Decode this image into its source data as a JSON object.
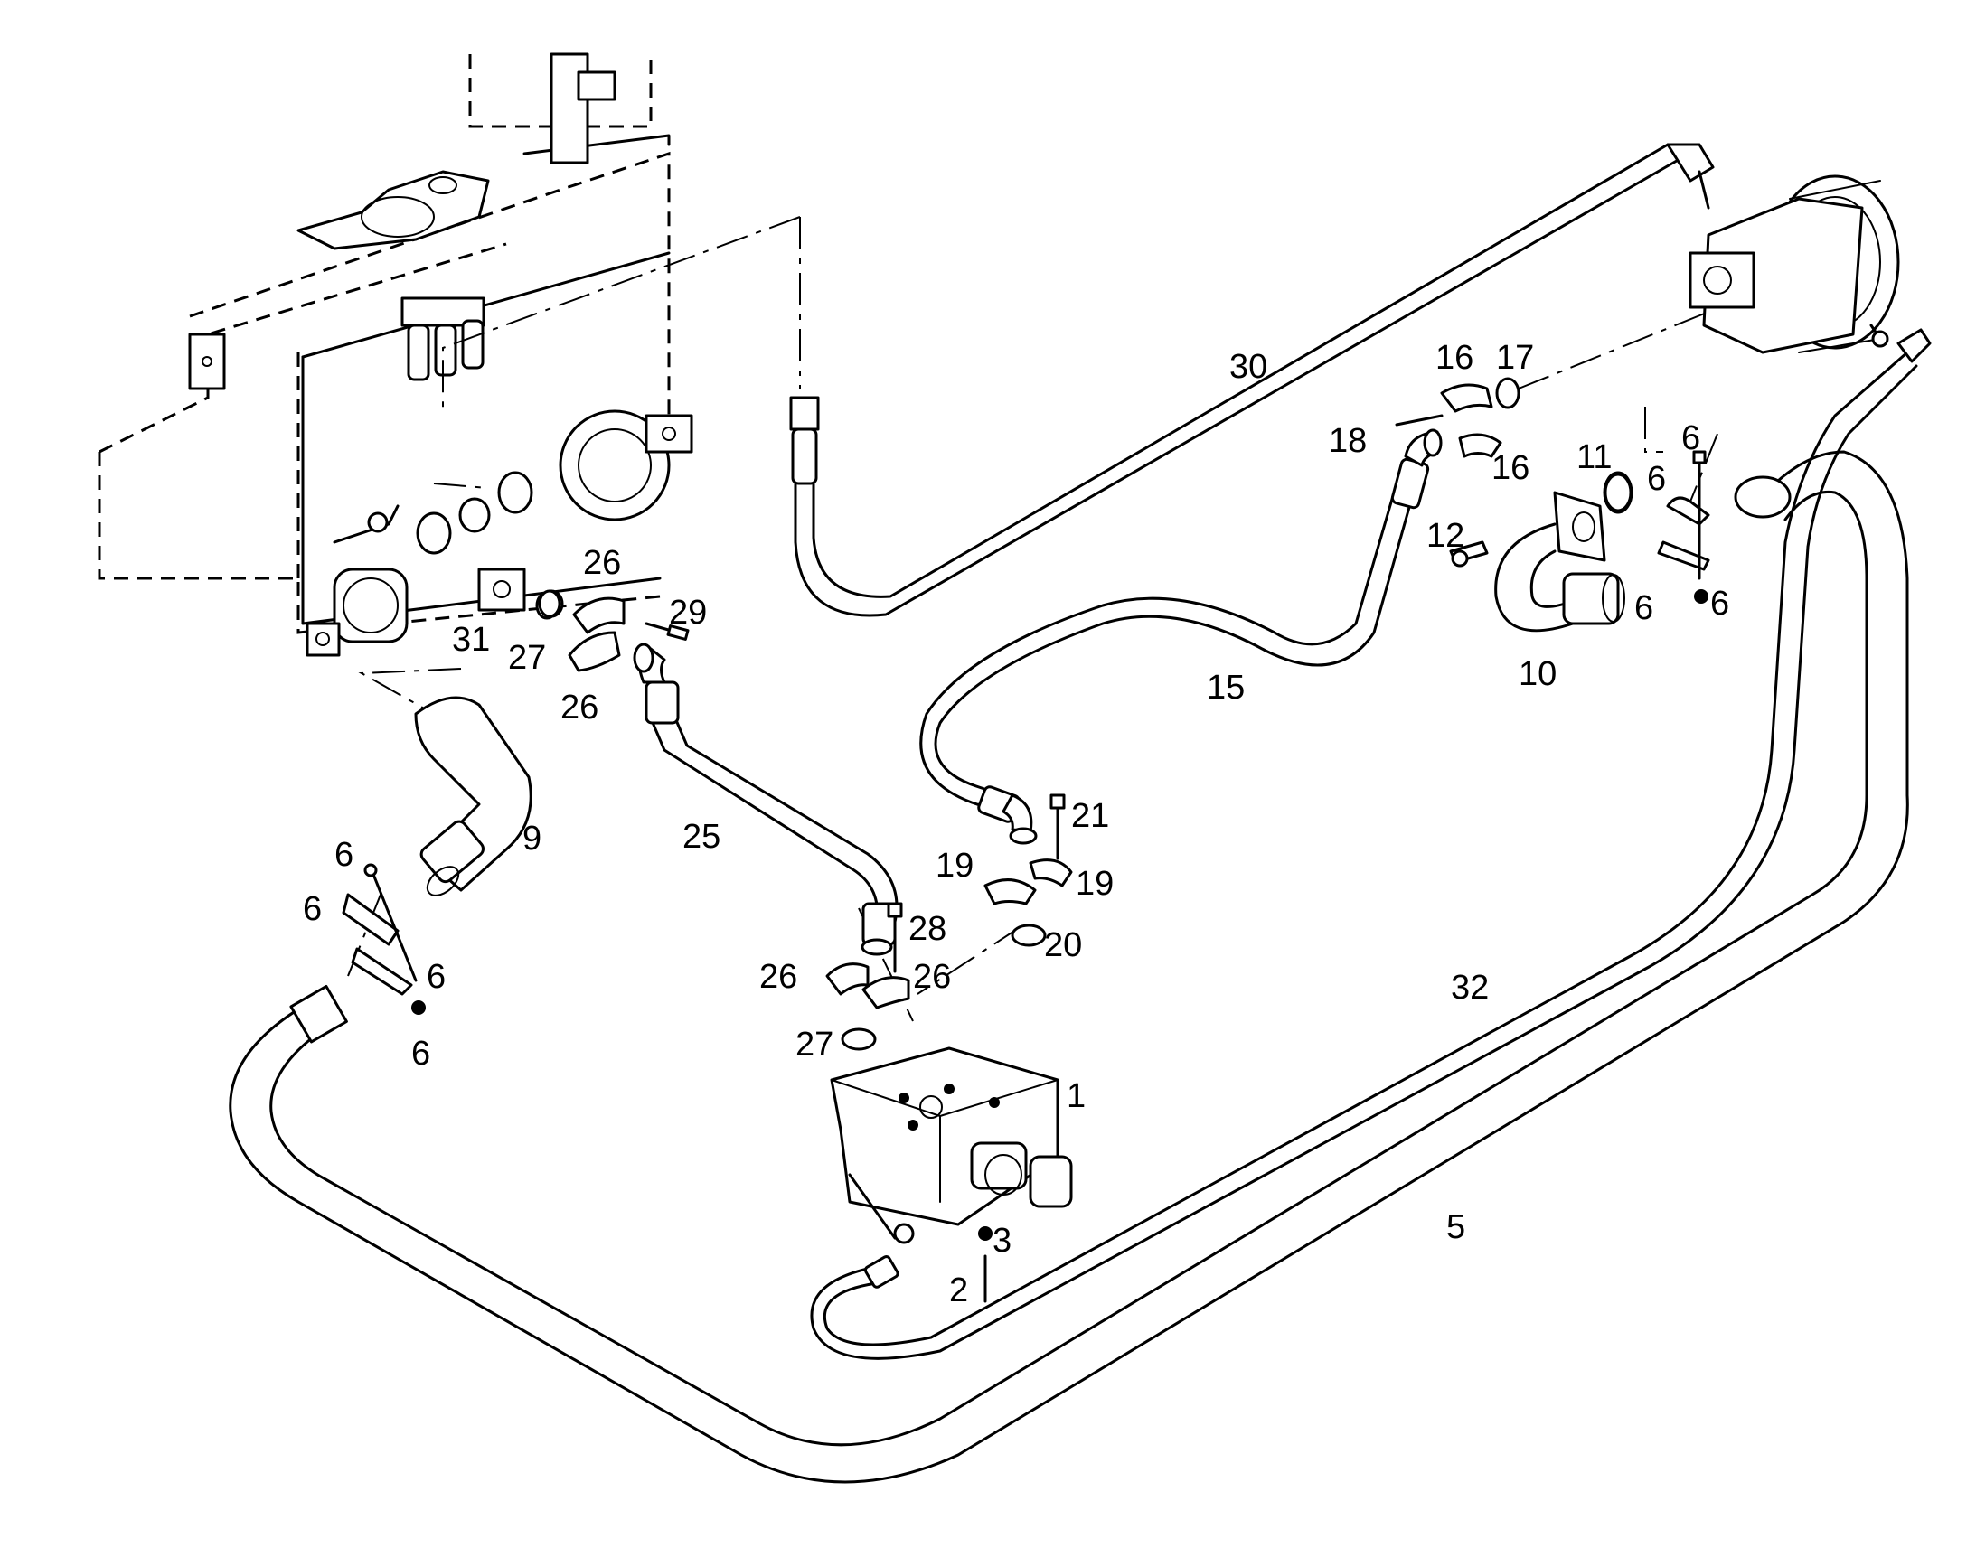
{
  "diagram": {
    "callouts": [
      "1",
      "2",
      "3",
      "5",
      "6",
      "6",
      "6",
      "6",
      "6",
      "6",
      "6",
      "6",
      "9",
      "10",
      "11",
      "12",
      "15",
      "16",
      "16",
      "17",
      "18",
      "19",
      "19",
      "20",
      "21",
      "25",
      "26",
      "26",
      "26",
      "26",
      "27",
      "27",
      "28",
      "29",
      "30",
      "31",
      "32"
    ]
  }
}
